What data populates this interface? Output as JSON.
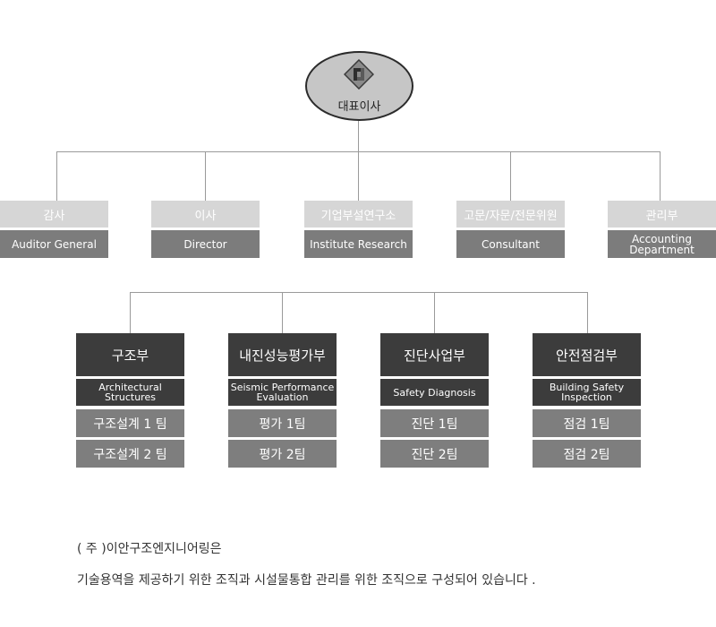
{
  "ceo": {
    "label": "대표이사"
  },
  "top_units": [
    {
      "ko": "감사",
      "en": "Auditor General"
    },
    {
      "ko": "이사",
      "en": "Director"
    },
    {
      "ko": "기업부설연구소",
      "en": "Institute Research"
    },
    {
      "ko": "고문/자문/전문위원",
      "en": "Consultant"
    },
    {
      "ko": "관리부",
      "en": "Accounting Department"
    }
  ],
  "departments": [
    {
      "ko": "구조부",
      "en": "Architectural Structures",
      "teams": [
        "구조설계 1 팀",
        "구조설계 2 팀"
      ]
    },
    {
      "ko": "내진성능평가부",
      "en": "Seismic Performance Evaluation",
      "teams": [
        "평가 1팀",
        "평가 2팀"
      ]
    },
    {
      "ko": "진단사업부",
      "en": "Safety Diagnosis",
      "teams": [
        "진단 1팀",
        "진단 2팀"
      ]
    },
    {
      "ko": "안전점검부",
      "en": "Building  Safety Inspection",
      "teams": [
        "점검 1팀",
        "점검 2팀"
      ]
    }
  ],
  "footnote": {
    "line1": "( 주 )이안구조엔지니어링은",
    "line2": "기술용역을 제공하기 위한 조직과 시설물통합 관리를 위한 조직으로 구성되어 있습니다 ."
  }
}
